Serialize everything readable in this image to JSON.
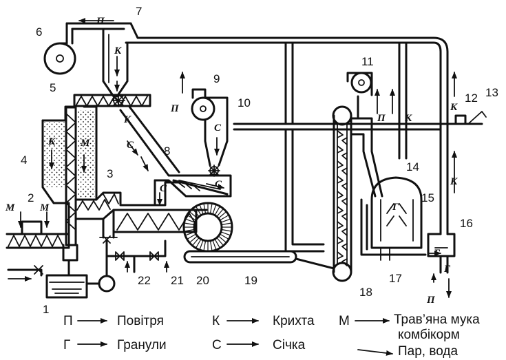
{
  "labels": {
    "n1": "1",
    "n2": "2",
    "n3": "3",
    "n4": "4",
    "n5": "5",
    "n6": "6",
    "n7": "7",
    "n8": "8",
    "n9": "9",
    "n10": "10",
    "n11": "11",
    "n12": "12",
    "n13": "13",
    "n14": "14",
    "n15": "15",
    "n16": "16",
    "n17": "17",
    "n18": "18",
    "n19": "19",
    "n20": "20",
    "n21": "21",
    "n22": "22"
  },
  "flow": {
    "p": "П",
    "k": "К",
    "m": "М",
    "s": "С",
    "g": "Г"
  },
  "legend": {
    "p_key": "П",
    "p_text": "Повітря",
    "k_key": "К",
    "k_text": "Крихта",
    "m_key": "М",
    "m_text_line1": "Трав’яна мука",
    "m_text_line2": "комбікорм",
    "g_key": "Г",
    "g_text": "Гранули",
    "s_key": "С",
    "s_text": "Січка",
    "steam_text": "Пар, вода"
  },
  "colors": {
    "ink": "#111111",
    "background": "#ffffff"
  }
}
